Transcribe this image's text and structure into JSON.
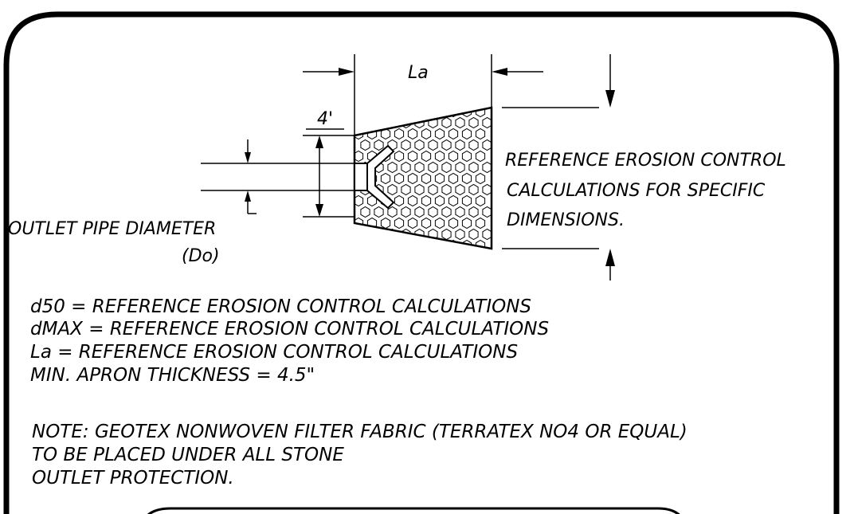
{
  "diagram": {
    "dimension_la": "La",
    "dimension_4ft": "4'",
    "outlet_label_line1": "OUTLET PIPE DIAMETER",
    "outlet_label_line2": "(Do)",
    "reference_note": [
      "REFERENCE EROSION CONTROL",
      "CALCULATIONS FOR SPECIFIC",
      "DIMENSIONS."
    ]
  },
  "specs": [
    "d50 = REFERENCE EROSION CONTROL CALCULATIONS",
    "dMAX = REFERENCE EROSION CONTROL CALCULATIONS",
    "La = REFERENCE EROSION CONTROL CALCULATIONS",
    "MIN. APRON THICKNESS = 4.5\""
  ],
  "note": [
    "NOTE: GEOTEX NONWOVEN FILTER FABRIC (TERRATEX NO4 OR EQUAL)",
    "TO BE PLACED UNDER ALL STONE",
    "OUTLET PROTECTION."
  ],
  "colors": {
    "ink": "#000000",
    "paper": "#ffffff"
  }
}
